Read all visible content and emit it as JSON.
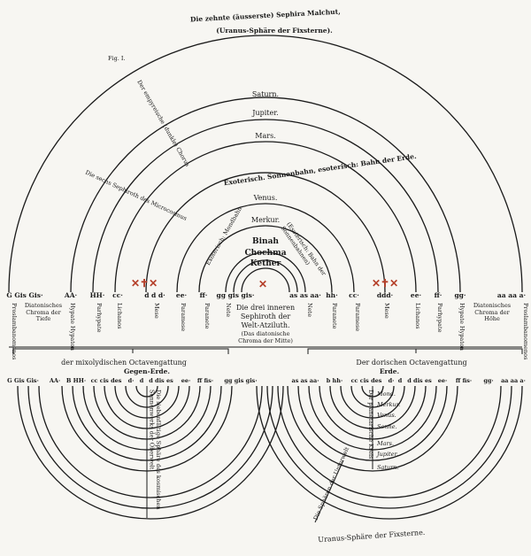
{
  "figure": {
    "fig_label": "Fig. I.",
    "title_line1": "Die zehnte (äusserste) Sephira Malchut,",
    "title_line2": "(Uranus-Sphäre der Fixsterne).",
    "empyrean": "Der empyreische (dunkle) Chorus",
    "planets_upper": [
      "Saturn.",
      "Jupiter.",
      "Mars.",
      "Venus.",
      "Merkur."
    ],
    "sun_path": "Exoterisch. Sonnenbahn, esoterisch: Bahn der Erde.",
    "six_sephiroth": "Die sechs Sephiroth des Microcosmus",
    "moon_label": "Exoterisch: Mondbahn",
    "esoteric_sun": "(Esoterisch: Bahn der Sonnenbahnen)",
    "inner_sephiroth": [
      "Binah",
      "Chochma",
      "Kether"
    ],
    "center_label_1": "Die drei inneren",
    "center_label_2": "Sephiroth der",
    "center_label_3": "Welt-Atziluth.",
    "center_label_4": "(Das diatonische",
    "center_label_5": "Chroma der Mitte)",
    "left_chroma": "Diatonisches Chroma der Tiefe",
    "right_chroma": "Diatonisches Chroma der Höhe",
    "upper_notes": [
      "G Gis Gis·",
      "AA·",
      "HH·",
      "cc·",
      "d d d·",
      "ee·",
      "ff·",
      "gg gis gis·",
      "as as aa·",
      "hh·",
      "cc·",
      "ddd·",
      "ee·",
      "ff·",
      "gg·",
      "aa aa a·"
    ],
    "upper_voices": [
      "Proslambanomenos",
      "Hypate Hypaton",
      "Parhypate",
      "Lichanos",
      "Mese",
      "Paramese",
      "Paranete",
      "Nete",
      "Nete",
      "Paranete",
      "Paramese",
      "Mese",
      "Lichanos",
      "Parhypate",
      "Hypate Hypaton",
      "Proslambanomenos"
    ],
    "mixolydian": "der mixolydischen Octavengattung",
    "dorian": "Der dorischen Octavengattung",
    "counter_earth": "Gegen-Erde.",
    "earth": "Erde.",
    "lower_notes_left": [
      "G Gis Gis·",
      "AA·",
      "B HH·",
      "cc cis des",
      "d·",
      "d",
      "d dis es",
      "ee·",
      "ff fis·",
      "gg gis gis·"
    ],
    "lower_notes_right": [
      "as as aa·",
      "b hh·",
      "cc cis des",
      "d·",
      "d",
      "d dis es",
      "ee·",
      "ff fis·",
      "gg·",
      "aa aa a·"
    ],
    "lower_planets": [
      "Mond.",
      "Merkur.",
      "Venus.",
      "Sonne.",
      "Mars.",
      "Jupiter.",
      "Saturn."
    ],
    "left_vertical": "Die siebenfältige Sphäre des kosmischen Sonnenwerks der Oberwelt",
    "right_vertical": "Der planetarische Kreis",
    "diag_label": "Die Sphären der Unterwelt",
    "bottom_label": "Uranus-Sphäre der Fixsterne."
  }
}
